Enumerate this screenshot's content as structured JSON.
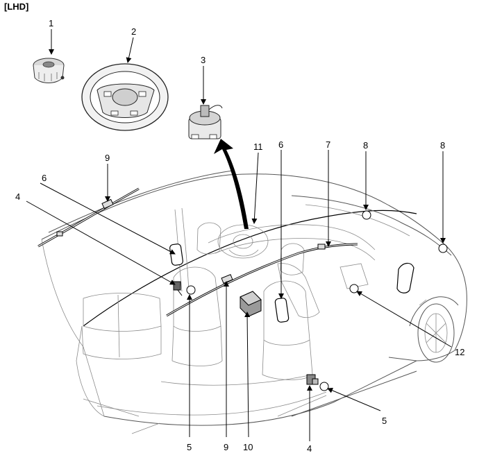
{
  "diagram": {
    "title": "[LHD]",
    "callouts": [
      {
        "id": "c1",
        "text": "1"
      },
      {
        "id": "c2",
        "text": "2"
      },
      {
        "id": "c3",
        "text": "3"
      },
      {
        "id": "c4a",
        "text": "4"
      },
      {
        "id": "c4b",
        "text": "4"
      },
      {
        "id": "c5a",
        "text": "5"
      },
      {
        "id": "c5b",
        "text": "5"
      },
      {
        "id": "c6a",
        "text": "6"
      },
      {
        "id": "c6b",
        "text": "6"
      },
      {
        "id": "c7",
        "text": "7"
      },
      {
        "id": "c8a",
        "text": "8"
      },
      {
        "id": "c8b",
        "text": "8"
      },
      {
        "id": "c9a",
        "text": "9"
      },
      {
        "id": "c9b",
        "text": "9"
      },
      {
        "id": "c10",
        "text": "10"
      },
      {
        "id": "c11",
        "text": "11"
      },
      {
        "id": "c12",
        "text": "12"
      }
    ]
  }
}
